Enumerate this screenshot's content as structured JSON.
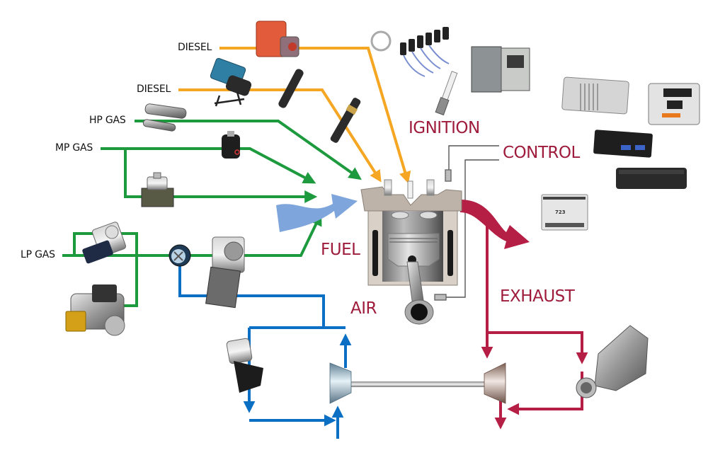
{
  "diagram": {
    "title": "Engine system overview: fuel, ignition, control, air and exhaust",
    "colors": {
      "diesel_line": "#f5a623",
      "gas_line": "#1e9a3e",
      "air_line": "#0b6fc4",
      "exhaust_line": "#b51f45",
      "intake_arrow": "#7fa6dc",
      "control_line": "#555555",
      "label_accent": "#9e1b3c"
    },
    "source_labels": [
      {
        "id": "diesel-1",
        "text": "DIESEL"
      },
      {
        "id": "diesel-2",
        "text": "DIESEL"
      },
      {
        "id": "hp-gas",
        "text": "HP GAS"
      },
      {
        "id": "mp-gas",
        "text": "MP GAS"
      },
      {
        "id": "lp-gas",
        "text": "LP GAS"
      }
    ],
    "system_labels": {
      "ignition": "IGNITION",
      "control": "CONTROL",
      "fuel": "FUEL",
      "air": "AIR",
      "exhaust": "EXHAUST"
    },
    "components": [
      {
        "group": "fuel",
        "name": "diesel injection pump"
      },
      {
        "group": "fuel",
        "name": "diesel unit pump"
      },
      {
        "group": "fuel",
        "name": "diesel injector"
      },
      {
        "group": "fuel",
        "name": "diesel injector"
      },
      {
        "group": "fuel",
        "name": "hp gas injector"
      },
      {
        "group": "fuel",
        "name": "mp gas regulator"
      },
      {
        "group": "fuel",
        "name": "mp gas valve block"
      },
      {
        "group": "fuel",
        "name": "lp gas throttle valve"
      },
      {
        "group": "fuel",
        "name": "lp gas shutoff valve"
      },
      {
        "group": "fuel",
        "name": "gas mixer"
      },
      {
        "group": "air",
        "name": "throttle body"
      },
      {
        "group": "air",
        "name": "compressor bypass valve"
      },
      {
        "group": "air",
        "name": "turbo compressor"
      },
      {
        "group": "exhaust",
        "name": "turbine"
      },
      {
        "group": "exhaust",
        "name": "wastegate valve"
      },
      {
        "group": "ignition",
        "name": "ignition coils harness"
      },
      {
        "group": "ignition",
        "name": "spark plug"
      },
      {
        "group": "ignition",
        "name": "ignition control cabinet"
      },
      {
        "group": "control",
        "name": "engine control module"
      },
      {
        "group": "control",
        "name": "engine control unit"
      },
      {
        "group": "control",
        "name": "control module black"
      },
      {
        "group": "control",
        "name": "control module housing"
      },
      {
        "group": "control",
        "name": "723 digital control"
      }
    ],
    "edges": [
      {
        "from": "DIESEL",
        "to": "engine cylinder",
        "medium": "diesel"
      },
      {
        "from": "DIESEL",
        "to": "engine cylinder",
        "medium": "diesel"
      },
      {
        "from": "HP GAS",
        "to": "engine cylinder",
        "medium": "gas"
      },
      {
        "from": "MP GAS",
        "to": "intake",
        "medium": "gas"
      },
      {
        "from": "LP GAS",
        "to": "intake",
        "medium": "gas"
      },
      {
        "from": "turbo compressor",
        "to": "throttle body",
        "medium": "air"
      },
      {
        "from": "engine cylinder",
        "to": "turbine",
        "medium": "exhaust"
      },
      {
        "from": "engine cylinder",
        "to": "wastegate valve",
        "medium": "exhaust"
      },
      {
        "from": "CONTROL",
        "to": "engine sensors",
        "medium": "signal"
      }
    ]
  }
}
